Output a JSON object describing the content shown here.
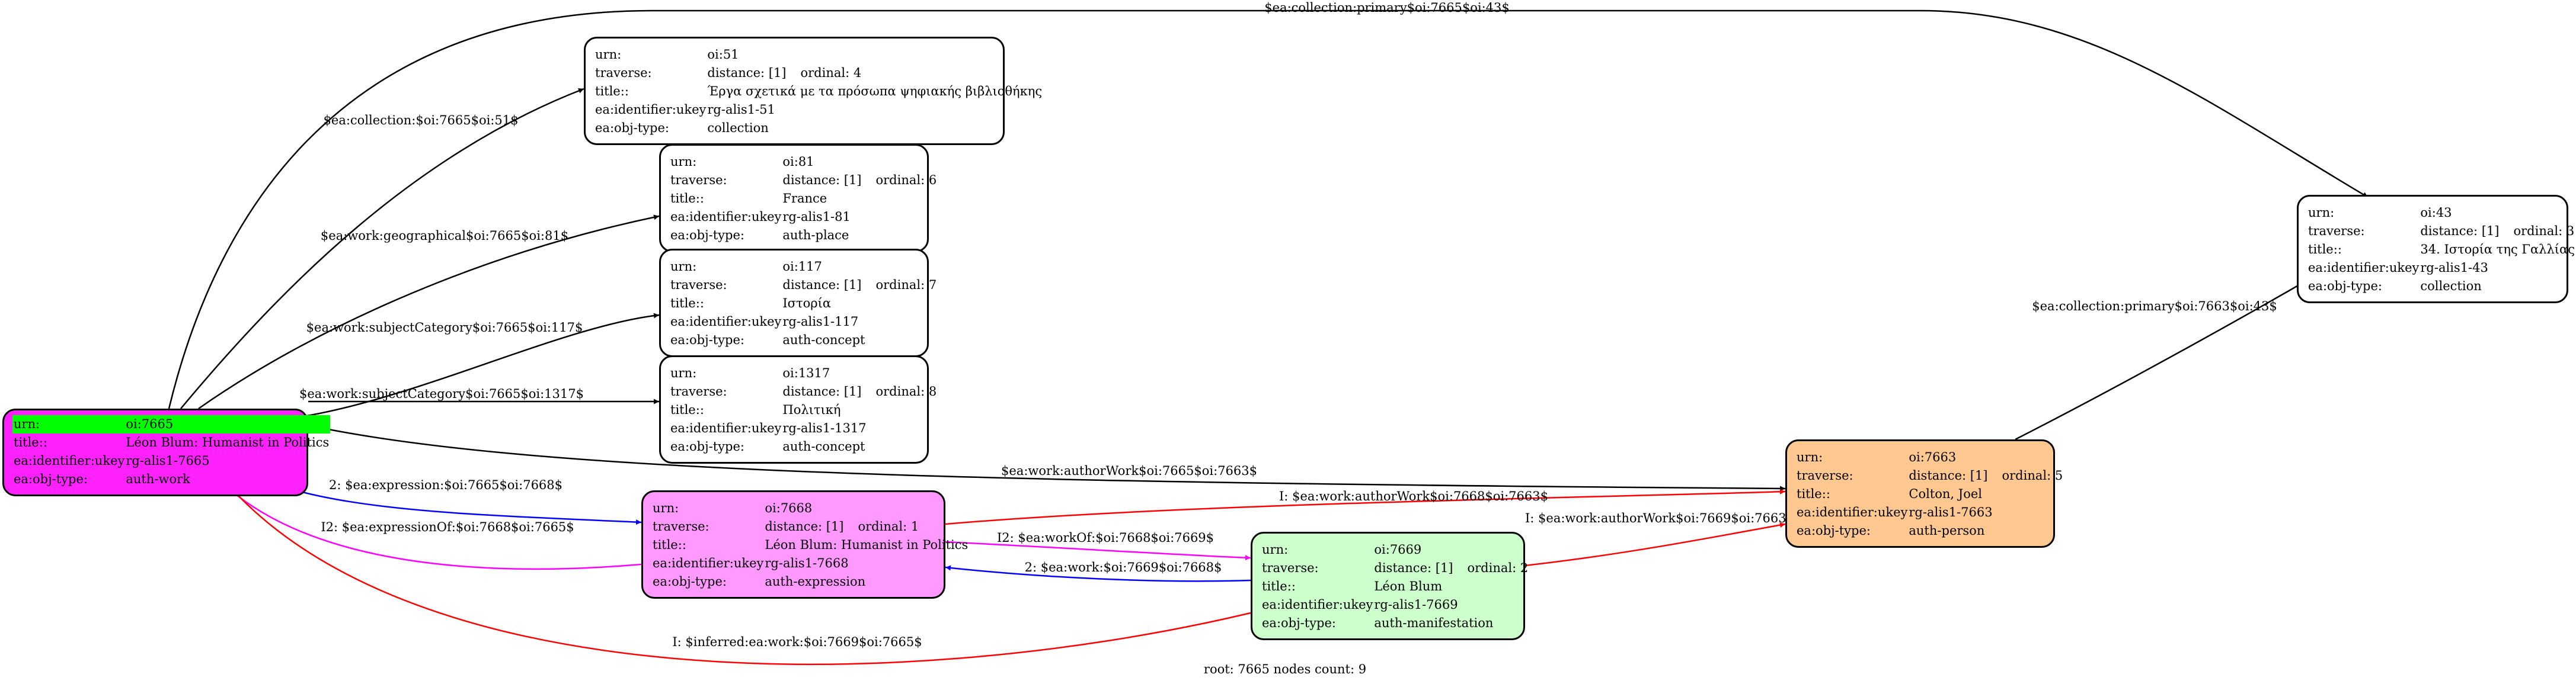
{
  "root_info": "root: 7665 nodes count: 9",
  "labels": {
    "urn": "urn:",
    "traverse": "traverse:",
    "title": "title::",
    "ukey": "ea:identifier:ukey",
    "objtype": "ea:obj-type:"
  },
  "nodes": {
    "n7665": {
      "urn": "oi:7665",
      "title": "Léon Blum: Humanist in Politics",
      "ukey": "rg-alis1-7665",
      "objtype": "auth-work",
      "fill": "#ff22ff",
      "highlight": "#00ff00"
    },
    "n51": {
      "urn": "oi:51",
      "distance": "distance: [1]",
      "ordinal": "ordinal: 4",
      "title": "Έργα σχετικά με τα πρόσωπα ψηφιακής βιβλιοθήκης",
      "ukey": "rg-alis1-51",
      "objtype": "collection",
      "fill": "#ffffff"
    },
    "n81": {
      "urn": "oi:81",
      "distance": "distance: [1]",
      "ordinal": "ordinal: 6",
      "title": "France",
      "ukey": "rg-alis1-81",
      "objtype": "auth-place",
      "fill": "#ffffff"
    },
    "n117": {
      "urn": "oi:117",
      "distance": "distance: [1]",
      "ordinal": "ordinal: 7",
      "title": "Ιστορία",
      "ukey": "rg-alis1-117",
      "objtype": "auth-concept",
      "fill": "#ffffff"
    },
    "n1317": {
      "urn": "oi:1317",
      "distance": "distance: [1]",
      "ordinal": "ordinal: 8",
      "title": "Πολιτική",
      "ukey": "rg-alis1-1317",
      "objtype": "auth-concept",
      "fill": "#ffffff"
    },
    "n43": {
      "urn": "oi:43",
      "distance": "distance: [1]",
      "ordinal": "ordinal: 3",
      "title": "34. Ιστορία της Γαλλίας",
      "ukey": "rg-alis1-43",
      "objtype": "collection",
      "fill": "#ffffff"
    },
    "n7663": {
      "urn": "oi:7663",
      "distance": "distance: [1]",
      "ordinal": "ordinal: 5",
      "title": "Colton, Joel",
      "ukey": "rg-alis1-7663",
      "objtype": "auth-person",
      "fill": "#ffc891"
    },
    "n7668": {
      "urn": "oi:7668",
      "distance": "distance: [1]",
      "ordinal": "ordinal: 1",
      "title": "Léon Blum: Humanist in Politics",
      "ukey": "rg-alis1-7668",
      "objtype": "auth-expression",
      "fill": "#ff99ff"
    },
    "n7669": {
      "urn": "oi:7669",
      "distance": "distance: [1]",
      "ordinal": "ordinal: 2",
      "title": "Léon Blum",
      "ukey": "rg-alis1-7669",
      "objtype": "auth-manifestation",
      "fill": "#ccffcc"
    }
  },
  "edges": [
    {
      "label": "$ea:collection:primary$oi:7665$oi:43$",
      "color": "#000000"
    },
    {
      "label": "$ea:collection:$oi:7665$oi:51$",
      "color": "#000000"
    },
    {
      "label": "$ea:work:geographical$oi:7665$oi:81$",
      "color": "#000000"
    },
    {
      "label": "$ea:work:subjectCategory$oi:7665$oi:117$",
      "color": "#000000"
    },
    {
      "label": "$ea:work:subjectCategory$oi:7665$oi:1317$",
      "color": "#000000"
    },
    {
      "label": "$ea:work:authorWork$oi:7665$oi:7663$",
      "color": "#000000"
    },
    {
      "label": "2: $ea:expression:$oi:7665$oi:7668$",
      "color": "#0000ff"
    },
    {
      "label": "I2: $ea:expressionOf:$oi:7668$oi:7665$",
      "color": "#ff00ff"
    },
    {
      "label": "I: $ea:work:authorWork$oi:7668$oi:7663$",
      "color": "#ff0000"
    },
    {
      "label": "I2: $ea:workOf:$oi:7668$oi:7669$",
      "color": "#ff00ff"
    },
    {
      "label": "2: $ea:work:$oi:7669$oi:7668$",
      "color": "#0000ff"
    },
    {
      "label": "I: $ea:work:authorWork$oi:7669$oi:7663$",
      "color": "#ff0000"
    },
    {
      "label": "I: $inferred:ea:work:$oi:7669$oi:7665$",
      "color": "#ff0000"
    },
    {
      "label": "$ea:collection:primary$oi:7663$oi:43$",
      "color": "#000000"
    }
  ]
}
